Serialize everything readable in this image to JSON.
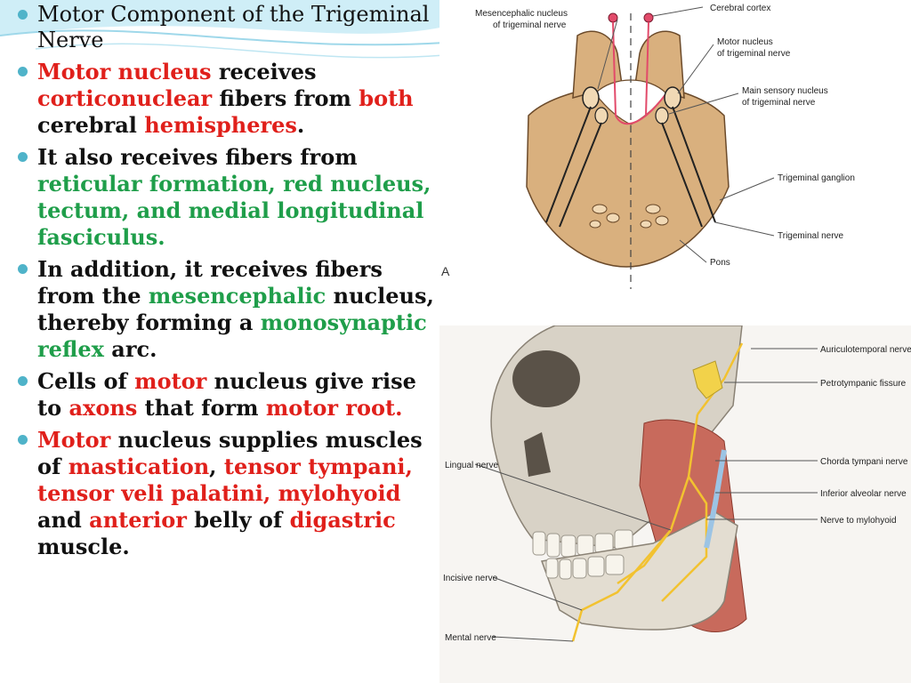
{
  "slide": {
    "bullets": [
      {
        "parts": [
          {
            "t": "Motor Component of the Trigeminal Nerve",
            "c": ""
          }
        ],
        "title": true
      },
      {
        "parts": [
          {
            "t": "Motor nucleus",
            "c": "red"
          },
          {
            "t": " receives ",
            "c": ""
          },
          {
            "t": "corticonuclear",
            "c": "red"
          },
          {
            "t": " fibers from ",
            "c": ""
          },
          {
            "t": "both",
            "c": "red"
          },
          {
            "t": " cerebral ",
            "c": ""
          },
          {
            "t": "hemispheres",
            "c": "red"
          },
          {
            "t": ".",
            "c": ""
          }
        ]
      },
      {
        "parts": [
          {
            "t": "It also receives fibers from ",
            "c": ""
          },
          {
            "t": "reticular formation, red nucleus, tectum, and medial longitudinal fasciculus.",
            "c": "green"
          }
        ]
      },
      {
        "parts": [
          {
            "t": "In addition, it receives fibers from the ",
            "c": ""
          },
          {
            "t": "mesencephalic",
            "c": "green"
          },
          {
            "t": " nucleus, thereby forming a ",
            "c": ""
          },
          {
            "t": "monosynaptic reflex",
            "c": "green"
          },
          {
            "t": " arc.",
            "c": ""
          }
        ]
      },
      {
        "parts": [
          {
            "t": "Cells of ",
            "c": ""
          },
          {
            "t": "motor",
            "c": "red"
          },
          {
            "t": " nucleus give rise to ",
            "c": ""
          },
          {
            "t": "axons",
            "c": "red"
          },
          {
            "t": " that form ",
            "c": ""
          },
          {
            "t": "motor root.",
            "c": "red"
          }
        ]
      },
      {
        "parts": [
          {
            "t": "Motor",
            "c": "red"
          },
          {
            "t": " nucleus supplies muscles of ",
            "c": ""
          },
          {
            "t": "mastication",
            "c": "red"
          },
          {
            "t": ", ",
            "c": ""
          },
          {
            "t": "tensor tympani, tensor veli palatini, mylohyoid",
            "c": "red"
          },
          {
            "t": " and ",
            "c": ""
          },
          {
            "t": "anterior",
            "c": "red"
          },
          {
            "t": " belly of ",
            "c": ""
          },
          {
            "t": "digastric",
            "c": "red"
          },
          {
            "t": " muscle.",
            "c": ""
          }
        ]
      }
    ]
  },
  "figure_top": {
    "letter": "A",
    "labels": {
      "mesencephalic_1": "Mesencephalic nucleus",
      "mesencephalic_2": "of trigeminal nerve",
      "cerebral_cortex": "Cerebral cortex",
      "motor_nucleus_1": "Motor nucleus",
      "motor_nucleus_2": "of trigeminal nerve",
      "main_sensory_1": "Main sensory nucleus",
      "main_sensory_2": "of trigeminal nerve",
      "trigeminal_ganglion": "Trigeminal ganglion",
      "trigeminal_nerve": "Trigeminal nerve",
      "pons": "Pons"
    }
  },
  "figure_bottom": {
    "labels": {
      "auriculotemporal": "Auriculotemporal nerve",
      "petrotympanic": "Petrotympanic fissure",
      "lingual": "Lingual nerve",
      "chorda_tympani": "Chorda tympani nerve",
      "inferior_alveolar": "Inferior alveolar nerve",
      "nerve_to_mylohyoid": "Nerve to mylohyoid",
      "incisive": "Incisive nerve",
      "mental": "Mental nerve"
    }
  },
  "colors": {
    "bullet": "#4fb3c9",
    "red_emphasis": "#e0201b",
    "green_emphasis": "#1f9e4a",
    "brain_tissue": "#d9b07e"
  }
}
